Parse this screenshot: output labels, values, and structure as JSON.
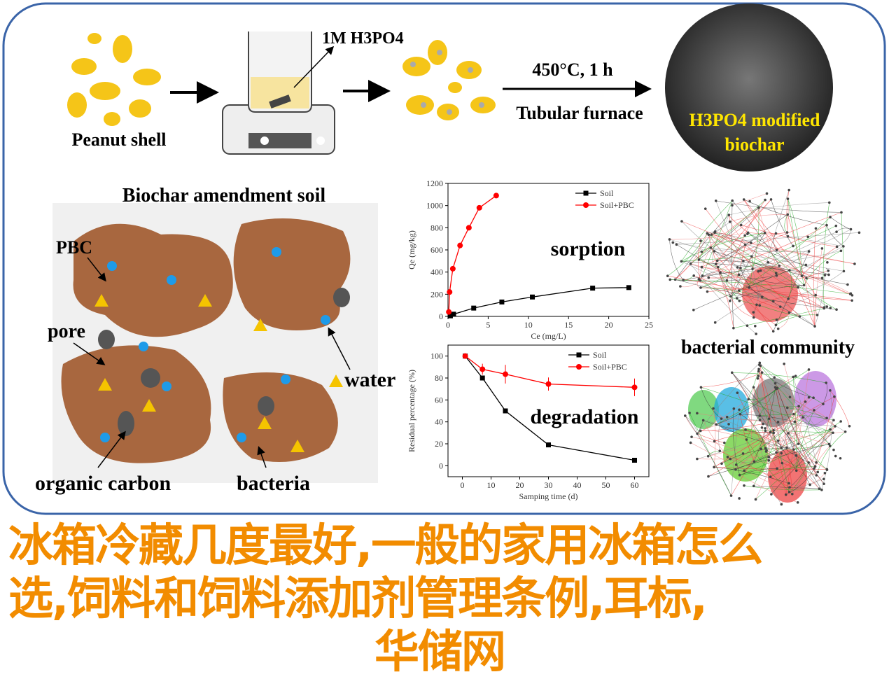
{
  "process": {
    "peanut_label": "Peanut shell",
    "acid_label": "1M H3PO4",
    "temp_label": "450°C, 1 h",
    "furnace_label": "Tubular furnace",
    "biochar_label_line1": "H3PO4 modified",
    "biochar_label_line2": "biochar"
  },
  "soil": {
    "title": "Biochar amendment soil",
    "pbc": "PBC",
    "pore": "pore",
    "water": "water",
    "organic_carbon": "organic carbon",
    "bacteria": "bacteria"
  },
  "community_label": "bacterial community",
  "chart_data": [
    {
      "type": "line",
      "title": "sorption",
      "xlabel": "Ce (mg/L)",
      "ylabel": "Qe (mg/kg)",
      "xlim": [
        0,
        25
      ],
      "ylim": [
        0,
        1200
      ],
      "xticks": [
        0,
        5,
        10,
        15,
        20,
        25
      ],
      "yticks": [
        0,
        200,
        400,
        600,
        800,
        1000,
        1200
      ],
      "series": [
        {
          "name": "Soil",
          "color": "#000000",
          "marker": "square",
          "x": [
            0.3,
            0.7,
            3.2,
            6.7,
            10.5,
            18,
            22.5
          ],
          "y": [
            5,
            20,
            75,
            130,
            175,
            255,
            260
          ]
        },
        {
          "name": "Soil+PBC",
          "color": "#ff0000",
          "marker": "circle",
          "x": [
            0.1,
            0.2,
            0.6,
            1.5,
            2.6,
            3.9,
            6.0
          ],
          "y": [
            40,
            220,
            430,
            640,
            800,
            980,
            1090
          ]
        }
      ]
    },
    {
      "type": "line",
      "title": "degradation",
      "xlabel": "Samping time (d)",
      "ylabel": "Residual percentage (%)",
      "xlim": [
        -5,
        65
      ],
      "ylim": [
        -10,
        110
      ],
      "xticks": [
        0,
        10,
        20,
        30,
        40,
        50,
        60
      ],
      "yticks": [
        0,
        20,
        40,
        60,
        80,
        100
      ],
      "series": [
        {
          "name": "Soil",
          "color": "#000000",
          "marker": "square",
          "x": [
            1,
            7,
            15,
            30,
            60
          ],
          "y": [
            100,
            80,
            50,
            19,
            5
          ],
          "err": [
            0,
            2,
            0,
            0,
            0
          ]
        },
        {
          "name": "Soil+PBC",
          "color": "#ff0000",
          "marker": "circle",
          "x": [
            1,
            7,
            15,
            30,
            60
          ],
          "y": [
            100,
            88,
            83.5,
            74.5,
            71.5
          ],
          "err": [
            0,
            5,
            8.5,
            6,
            8
          ]
        }
      ]
    }
  ],
  "watermark": {
    "line1": "冰箱冷藏几度最好,一般的家用冰箱怎么",
    "line2": "选,饲料和饲料添加剂管理条例,耳标,",
    "line3": "华储网"
  },
  "colors": {
    "border": "#3a64a8",
    "watermark": "#f28c00",
    "soil": "#a8673f",
    "peanut": "#f5c518"
  }
}
